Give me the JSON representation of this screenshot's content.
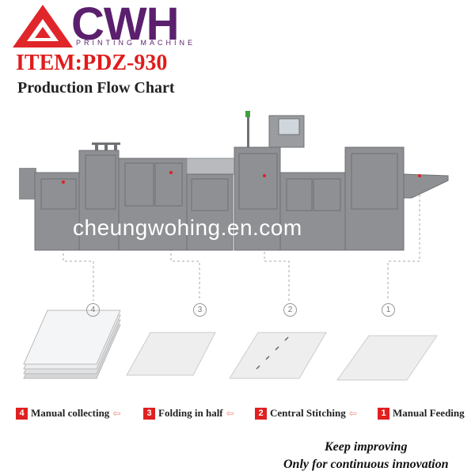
{
  "header": {
    "brand": "CWH",
    "brand_sub": "PRINTING MACHINE",
    "item": "ITEM:PDZ-930",
    "subtitle": "Production Flow Chart"
  },
  "watermark": "cheungwohing.en.com",
  "steps": [
    {
      "num": "4",
      "label": "Manual collecting"
    },
    {
      "num": "3",
      "label": "Folding in half"
    },
    {
      "num": "2",
      "label": "Central Stitching"
    },
    {
      "num": "1",
      "label": "Manual Feeding"
    }
  ],
  "slogan": {
    "line1": "Keep improving",
    "line2": "Only for continuous innovation"
  },
  "colors": {
    "logo_red": "#e0262a",
    "brand_purple": "#5b1f6e",
    "badge_red": "#e02020",
    "machine_gray": "#8e9093"
  }
}
